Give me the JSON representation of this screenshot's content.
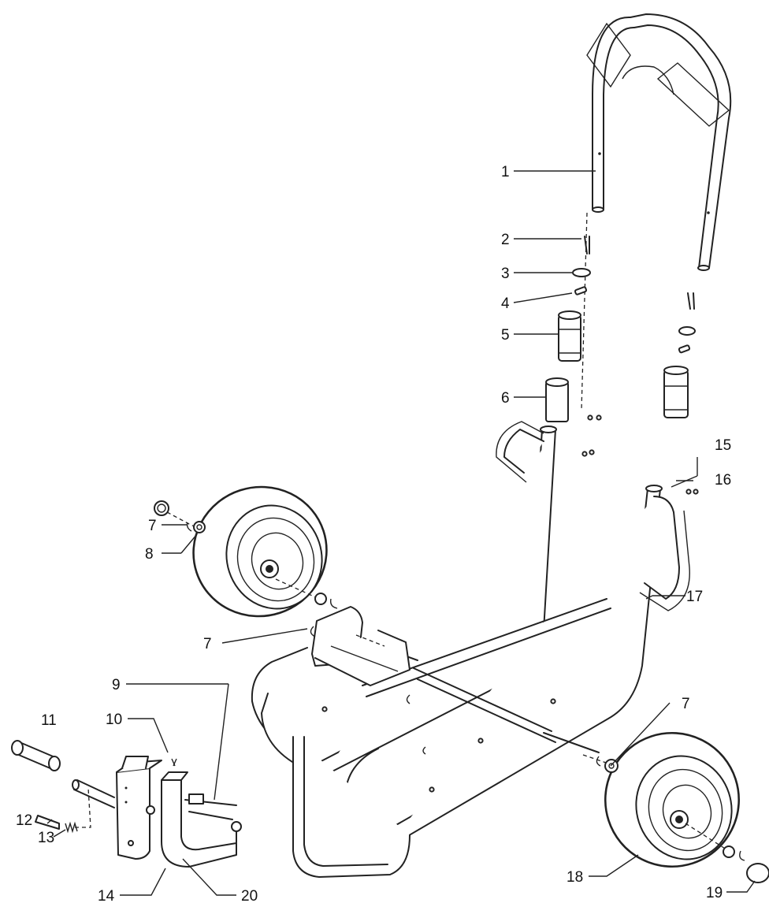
{
  "callouts": {
    "c1": "1",
    "c2": "2",
    "c3": "3",
    "c4": "4",
    "c5": "5",
    "c6": "6",
    "c7a": "7",
    "c7b": "7",
    "c7c": "7",
    "c8": "8",
    "c9": "9",
    "c10": "10",
    "c11": "11",
    "c12": "12",
    "c13": "13",
    "c14": "14",
    "c15": "15",
    "c16": "16",
    "c17": "17",
    "c18": "18",
    "c19": "19",
    "c20": "20"
  }
}
